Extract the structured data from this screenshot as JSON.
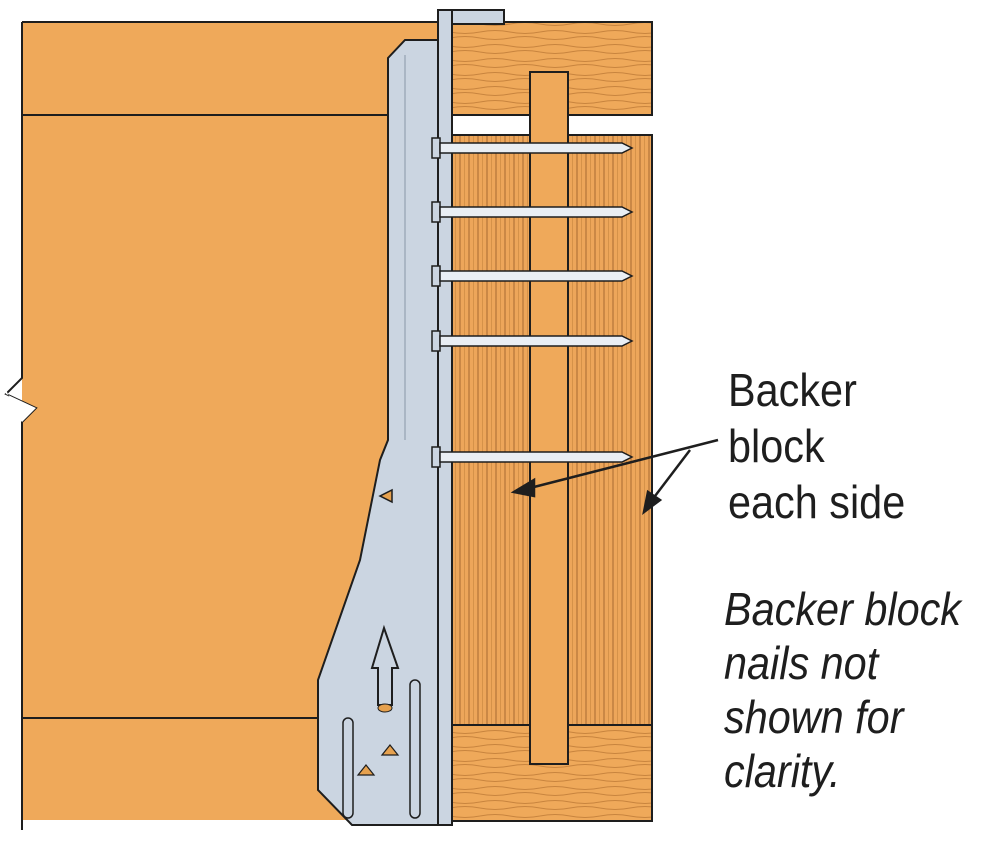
{
  "callout": {
    "lines": [
      "Backer",
      "block",
      "each side"
    ]
  },
  "note": {
    "lines": [
      "Backer block",
      "nails not",
      "shown for",
      "clarity."
    ]
  },
  "colors": {
    "wood": "#EFA95A",
    "wood_dark": "#E09A48",
    "grain": "#C8843E",
    "metal": "#CBD5E1",
    "outline": "#1E1E1E"
  },
  "nail_count": 5
}
